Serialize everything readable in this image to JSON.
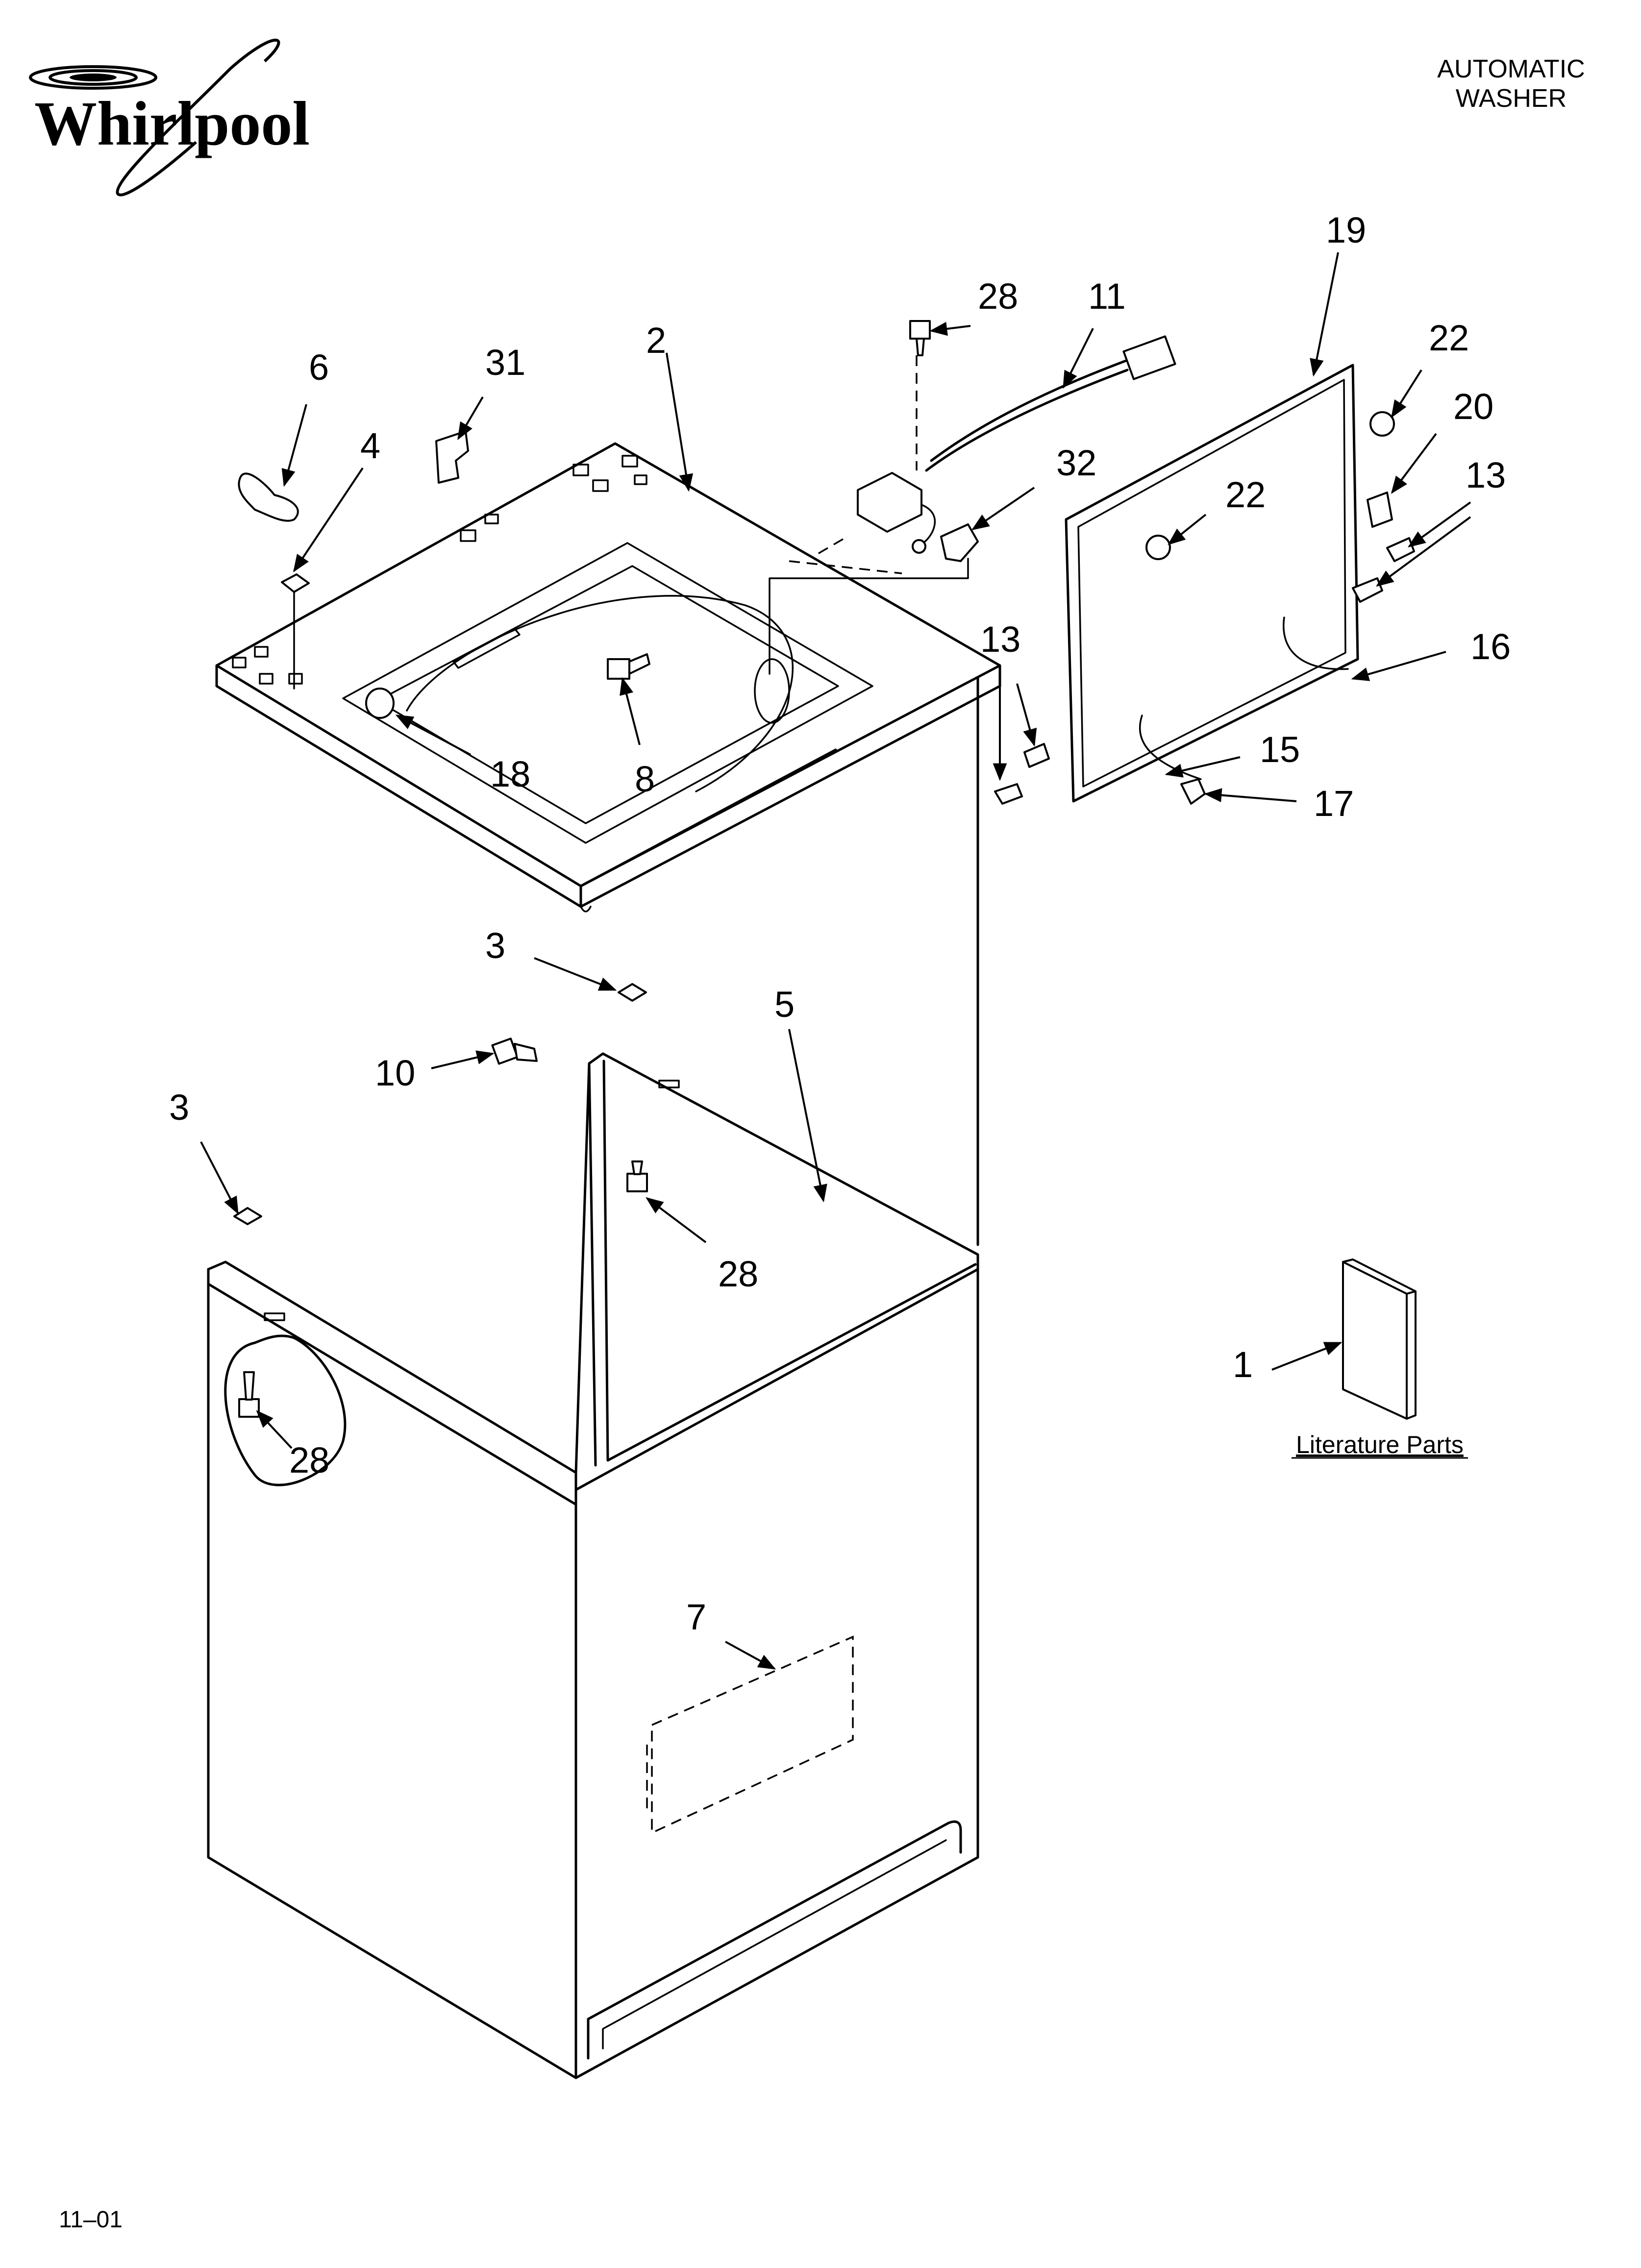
{
  "brand": {
    "name": "Whirlpool"
  },
  "product": {
    "line1": "AUTOMATIC",
    "line2": "WASHER"
  },
  "footer": {
    "code": "11–01"
  },
  "literature": {
    "label": "Literature Parts"
  },
  "callouts": [
    {
      "id": "c1",
      "label": "1"
    },
    {
      "id": "c2",
      "label": "2"
    },
    {
      "id": "c3a",
      "label": "3"
    },
    {
      "id": "c3b",
      "label": "3"
    },
    {
      "id": "c4",
      "label": "4"
    },
    {
      "id": "c5",
      "label": "5"
    },
    {
      "id": "c6",
      "label": "6"
    },
    {
      "id": "c7",
      "label": "7"
    },
    {
      "id": "c8",
      "label": "8"
    },
    {
      "id": "c10",
      "label": "10"
    },
    {
      "id": "c11",
      "label": "11"
    },
    {
      "id": "c13a",
      "label": "13"
    },
    {
      "id": "c13b",
      "label": "13"
    },
    {
      "id": "c15",
      "label": "15"
    },
    {
      "id": "c16",
      "label": "16"
    },
    {
      "id": "c17",
      "label": "17"
    },
    {
      "id": "c18",
      "label": "18"
    },
    {
      "id": "c19",
      "label": "19"
    },
    {
      "id": "c20",
      "label": "20"
    },
    {
      "id": "c22a",
      "label": "22"
    },
    {
      "id": "c22b",
      "label": "22"
    },
    {
      "id": "c28a",
      "label": "28"
    },
    {
      "id": "c28b",
      "label": "28"
    },
    {
      "id": "c28c",
      "label": "28"
    },
    {
      "id": "c31",
      "label": "31"
    },
    {
      "id": "c32",
      "label": "32"
    }
  ]
}
